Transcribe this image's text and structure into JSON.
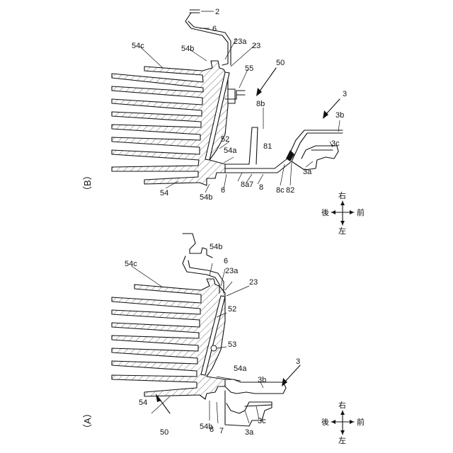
{
  "panels": {
    "a": {
      "caption": "（A）",
      "labels": {
        "n54c": "54c",
        "n54b_top": "54b",
        "n6": "6",
        "n23a": "23a",
        "n23": "23",
        "n52": "52",
        "n53": "53",
        "n54a": "54a",
        "n54": "54",
        "n50": "50",
        "n54b_bot": "54b",
        "n8": "8",
        "n7": "7",
        "n3a": "3a",
        "n3b": "3b",
        "n3c": "3c",
        "n3": "3"
      }
    },
    "b": {
      "caption": "（B）",
      "labels": {
        "n2": "2",
        "n6_top": "6",
        "n54c": "54c",
        "n54b_top": "54b",
        "n23a": "23a",
        "n23": "23",
        "n55": "55",
        "n50": "50",
        "n3": "3",
        "n8b": "8b",
        "n3b": "3b",
        "n52": "52",
        "n81": "81",
        "n54a": "54a",
        "n3c": "3c",
        "n54": "54",
        "n3a": "3a",
        "n8c": "8c",
        "n82": "82",
        "n8a": "8a",
        "n7": "7",
        "n8": "8",
        "n54b_bot": "54b",
        "n6_bot": "6"
      }
    }
  },
  "compass": {
    "rear": "後",
    "front": "前",
    "left": "左",
    "right": "右"
  }
}
